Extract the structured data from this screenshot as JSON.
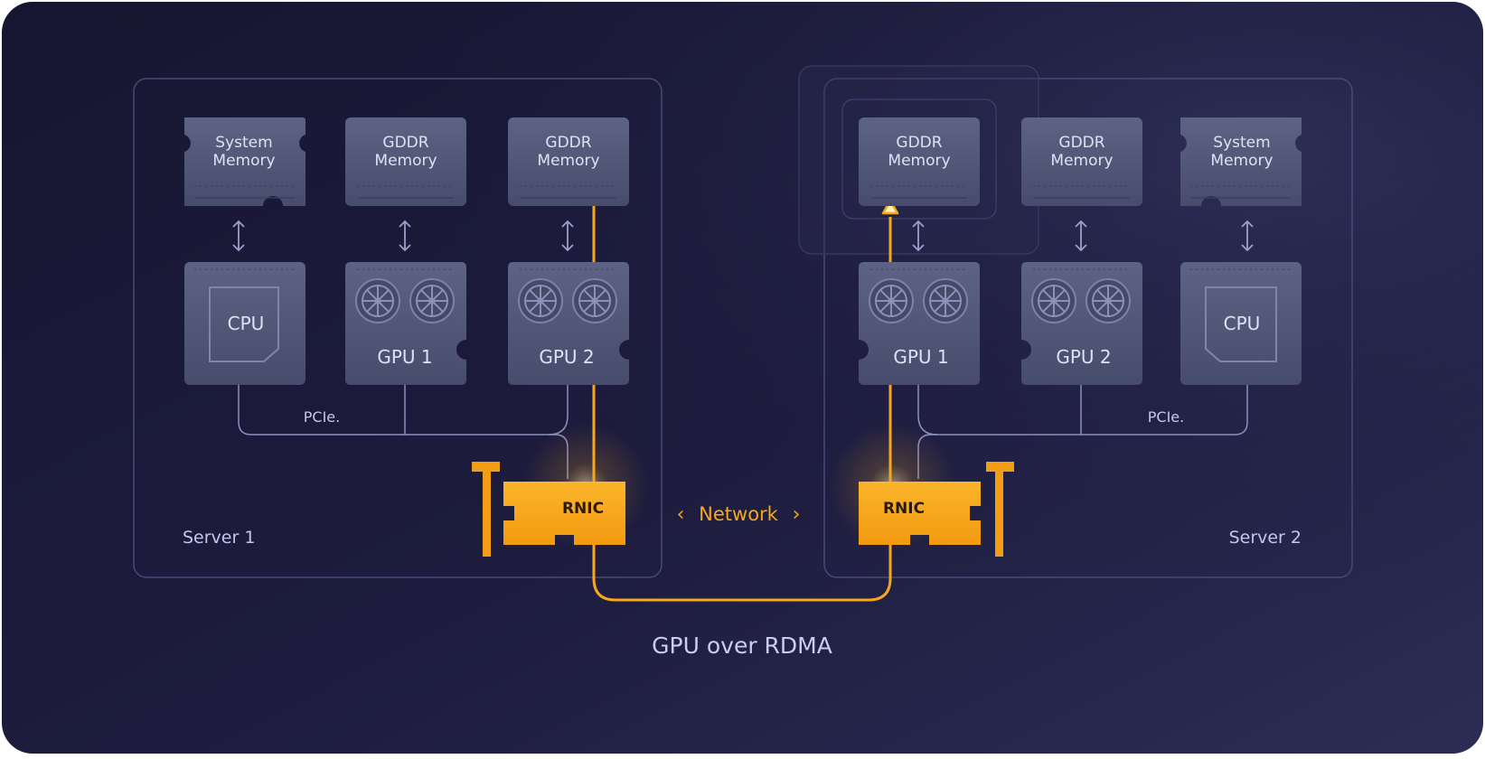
{
  "colors": {
    "background": "#1c1b3b",
    "panel_border": "#4b4e7c",
    "chip_face": "#515777",
    "chip_text": "#dde2f3",
    "pcie_line": "#8d93be",
    "accent_orange": "#f6a71b",
    "rnic_text": "#2a1a06",
    "caption": "#c9cdf0",
    "label": "#c3c7eb"
  },
  "server1": {
    "label": "Server 1",
    "pcie_label": "PCIe.",
    "system_memory": "System\nMemory",
    "gddr1": "GDDR\nMemory",
    "gddr2": "GDDR\nMemory",
    "cpu": "CPU",
    "gpu1": "GPU 1",
    "gpu2": "GPU 2",
    "rnic": "RNIC"
  },
  "server2": {
    "label": "Server 2",
    "pcie_label": "PCIe.",
    "gddr1": "GDDR\nMemory",
    "gddr2": "GDDR\nMemory",
    "system_memory": "System\nMemory",
    "gpu1": "GPU 1",
    "gpu2": "GPU 2",
    "cpu": "CPU",
    "rnic": "RNIC"
  },
  "network": {
    "label": "Network",
    "left_chevron": "‹",
    "right_chevron": "›"
  },
  "caption": "GPU over RDMA",
  "icons": [
    "fan-icon",
    "cpu-die-icon",
    "bidirectional-arrow-icon",
    "arrowhead-icon"
  ]
}
